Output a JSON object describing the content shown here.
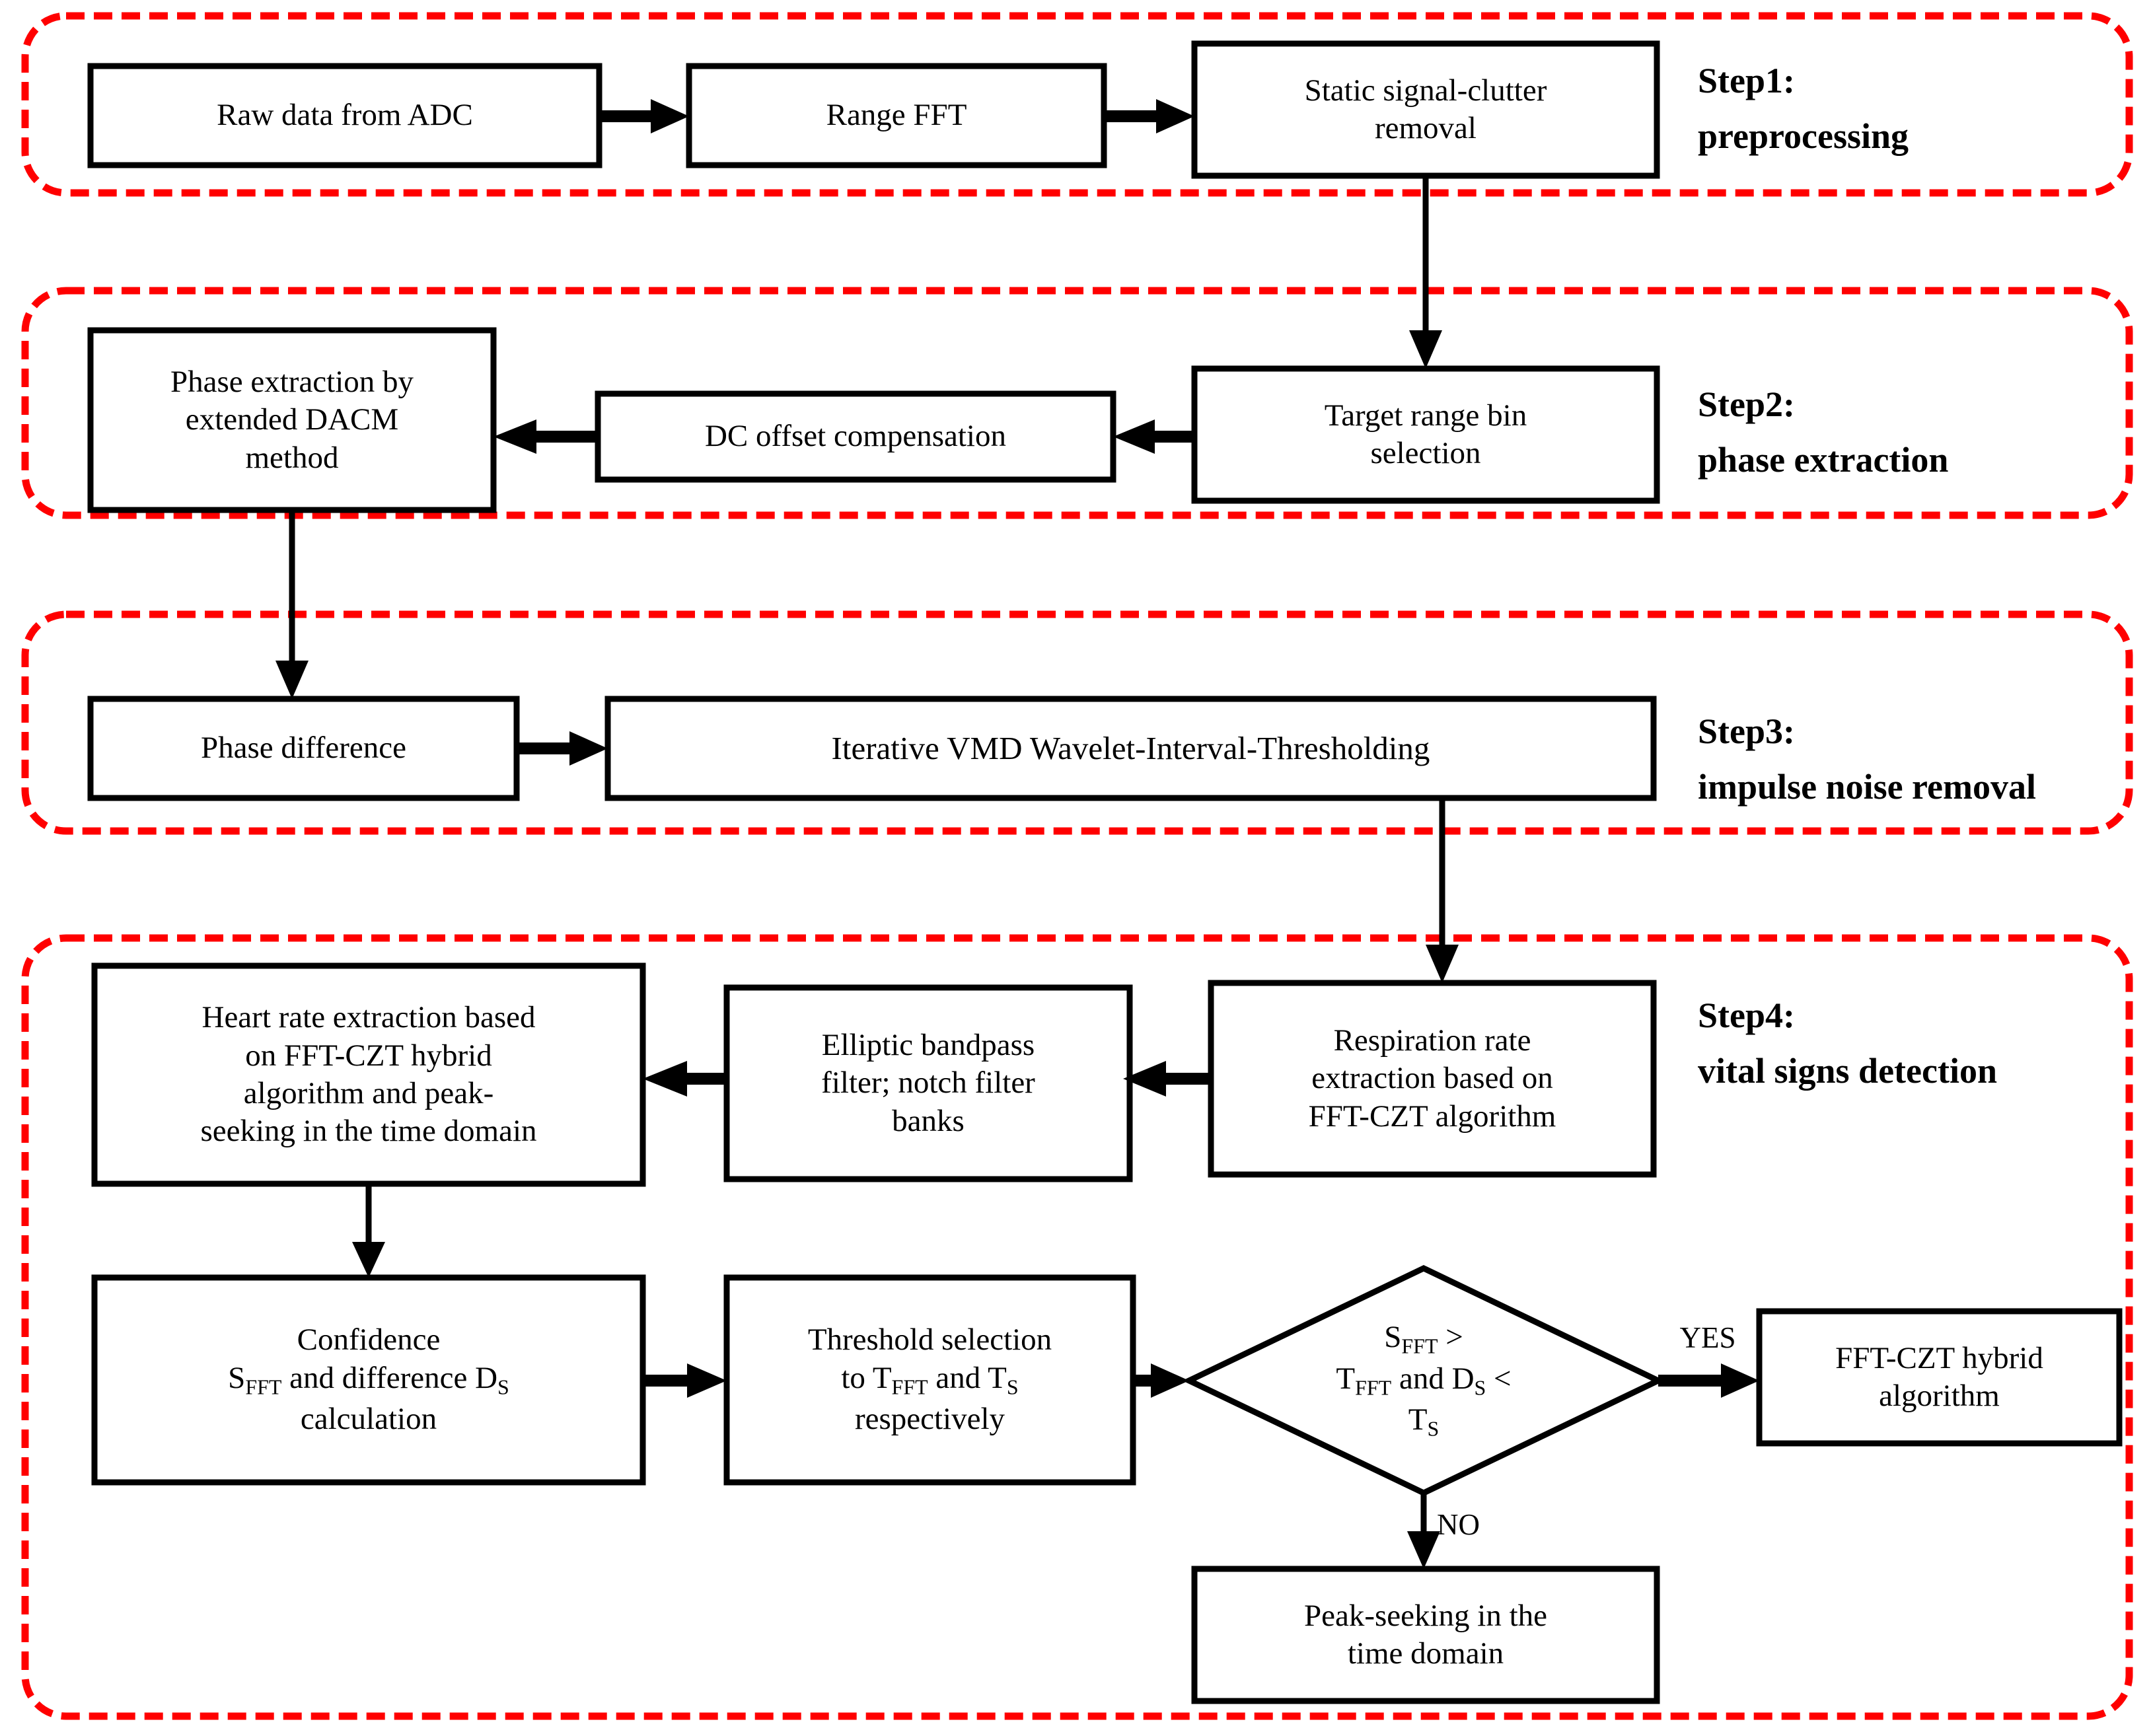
{
  "diagram": {
    "title": "Vital signs detection signal-processing flowchart",
    "accent_color": "#ff0000",
    "line_color": "#000000",
    "background": "#ffffff"
  },
  "steps": [
    {
      "id": "step1",
      "number": "Step1:",
      "name": "preprocessing"
    },
    {
      "id": "step2",
      "number": "Step2:",
      "name": "phase extraction"
    },
    {
      "id": "step3",
      "number": "Step3:",
      "name": "impulse noise removal"
    },
    {
      "id": "step4",
      "number": "Step4:",
      "name": "vital signs detection"
    }
  ],
  "nodes": {
    "raw_data": "Raw data from ADC",
    "range_fft": "Range FFT",
    "clutter_removal": "Static signal-clutter\nremoval",
    "target_bin": "Target range bin\nselection",
    "dc_offset": "DC offset compensation",
    "phase_extraction": "Phase extraction by\nextended DACM\nmethod",
    "phase_difference": "Phase difference",
    "vmd_thresholding": "Iterative VMD Wavelet-Interval-Thresholding",
    "respiration_rate": "Respiration rate\nextraction based on\nFFT-CZT algorithm",
    "elliptic_filter": "Elliptic bandpass\nfilter; notch filter\nbanks",
    "heart_rate": "Heart rate extraction based\non FFT-CZT hybrid\nalgorithm and peak-\nseeking in the time domain",
    "confidence_line1": "Confidence",
    "confidence_line2_a": "S",
    "confidence_line2_sub_a": "FFT",
    "confidence_line2_b": " and difference D",
    "confidence_line2_sub_b": "S",
    "confidence_line3": "calculation",
    "threshold_line1": "Threshold selection",
    "threshold_line2_a": "to T",
    "threshold_line2_sub_a": "FFT",
    "threshold_line2_b": " and T",
    "threshold_line2_sub_b": "S",
    "threshold_line3": "respectively",
    "decision_line1_a": "S",
    "decision_line1_sub": "FFT",
    "decision_line1_b": " >",
    "decision_line2_a": "T",
    "decision_line2_sub_a": "FFT",
    "decision_line2_b": " and D",
    "decision_line2_sub_b": "S",
    "decision_line2_c": " <",
    "decision_line3_a": "T",
    "decision_line3_sub": "S",
    "fft_czt_hybrid": "FFT-CZT hybrid\nalgorithm",
    "peak_seeking": "Peak-seeking in the\ntime domain"
  },
  "edge_labels": {
    "yes": "YES",
    "no": "NO"
  }
}
